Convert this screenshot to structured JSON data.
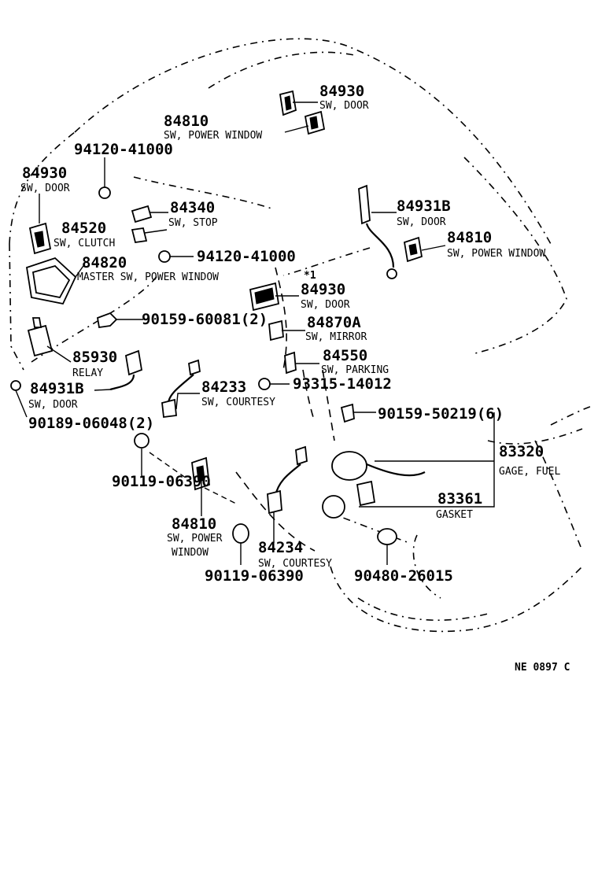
{
  "labels": {
    "l84930a": {
      "part": "84930",
      "name": "SW, DOOR"
    },
    "l84810a": {
      "part": "84810",
      "name": "SW, POWER WINDOW"
    },
    "l94120a": {
      "part": "94120-41000"
    },
    "l84930b": {
      "part": "84930",
      "name": "SW, DOOR"
    },
    "l84340": {
      "part": "84340",
      "name": "SW, STOP"
    },
    "l84931Ba": {
      "part": "84931B",
      "name": "SW, DOOR"
    },
    "l84520": {
      "part": "84520",
      "name": "SW, CLUTCH"
    },
    "l84810b": {
      "part": "84810",
      "name": "SW, POWER WINDOW"
    },
    "l84820": {
      "part": "84820",
      "name": "MASTER SW, POWER WINDOW"
    },
    "l94120b": {
      "part": "94120-41000"
    },
    "l84930c": {
      "part": "84930",
      "name": "SW, DOOR",
      "note": "*1"
    },
    "l90159a": {
      "part": "90159-60081(2)"
    },
    "l84870A": {
      "part": "84870A",
      "name": "SW, MIRROR"
    },
    "l85930": {
      "part": "85930",
      "name": "RELAY"
    },
    "l84550": {
      "part": "84550",
      "name": "SW, PARKING"
    },
    "l84931Bb": {
      "part": "84931B",
      "name": "SW, DOOR"
    },
    "l84233": {
      "part": "84233",
      "name": "SW, COURTESY"
    },
    "l93315": {
      "part": "93315-14012"
    },
    "l90189": {
      "part": "90189-06048(2)"
    },
    "l90159b": {
      "part": "90159-50219(6)"
    },
    "l83320": {
      "part": "83320",
      "name": "GAGE, FUEL"
    },
    "l90119a": {
      "part": "90119-06390"
    },
    "l83361": {
      "part": "83361",
      "name": "GASKET"
    },
    "l84810c": {
      "part": "84810",
      "name1": "SW, POWER",
      "name2": "WINDOW"
    },
    "l84234": {
      "part": "84234",
      "name": "SW, COURTESY"
    },
    "l90119b": {
      "part": "90119-06390"
    },
    "l90480": {
      "part": "90480-26015"
    }
  },
  "reference_code": "NE 0897 C"
}
